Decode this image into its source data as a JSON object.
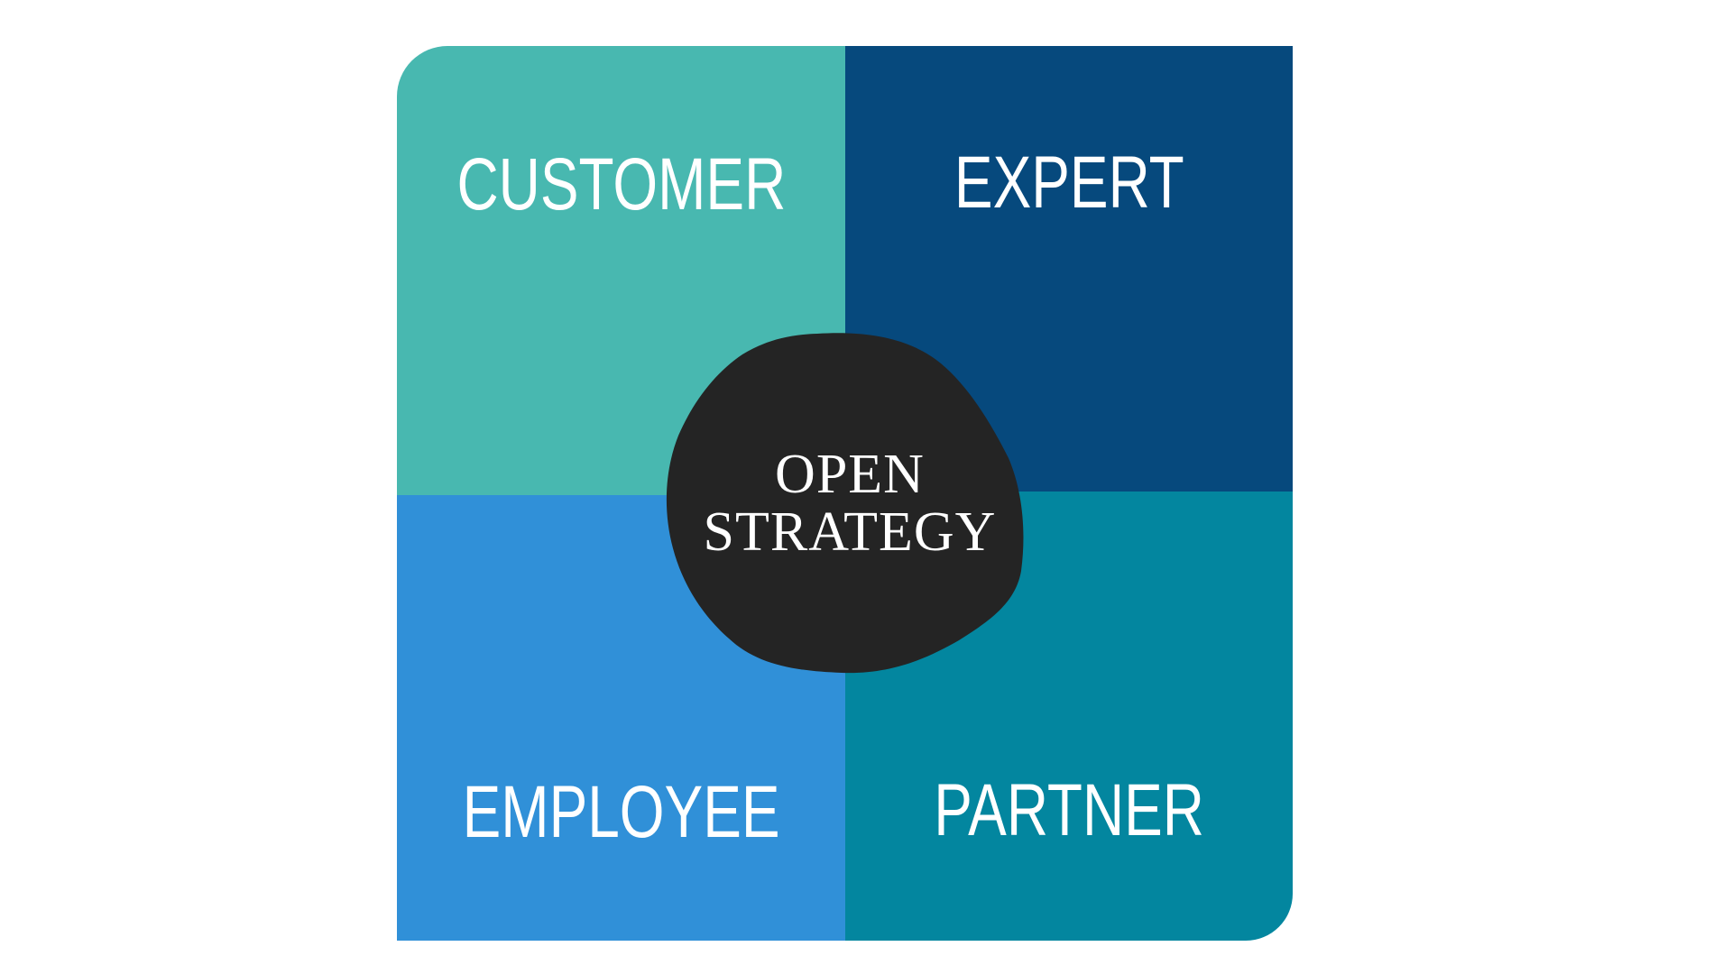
{
  "diagram": {
    "quadrants": {
      "customer": {
        "label": "CUSTOMER",
        "color": "#48B8B0"
      },
      "expert": {
        "label": "EXPERT",
        "color": "#06497D"
      },
      "employee": {
        "label": "EMPLOYEE",
        "color": "#3090D8"
      },
      "partner": {
        "label": "PARTNER",
        "color": "#03869F"
      }
    },
    "center": {
      "line1": "OPEN",
      "line2": "STRATEGY",
      "color": "#242424"
    }
  }
}
